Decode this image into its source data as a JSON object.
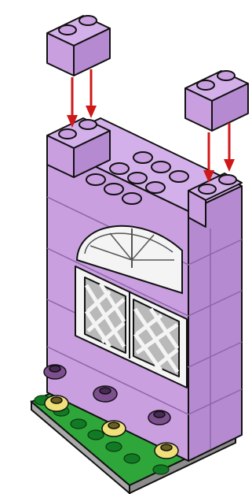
{
  "illustration": {
    "subject": "building-instruction-step",
    "colors": {
      "brick_lavender": "#c99fe0",
      "brick_lavender_dark": "#a77bc4",
      "brick_lavender_side": "#b58ad0",
      "outline": "#111111",
      "arrow_red": "#d01818",
      "window_white": "#f4f4f4",
      "window_grey": "#b9b9b9",
      "baseplate_green": "#2fa63a",
      "baseplate_dark_green": "#127a24",
      "baseplate_grey": "#a9a9a9",
      "flower_purple": "#7d4f8f",
      "flower_yellow": "#efe07a"
    },
    "parts": {
      "loose_bricks": 2,
      "arrows": 4
    }
  }
}
